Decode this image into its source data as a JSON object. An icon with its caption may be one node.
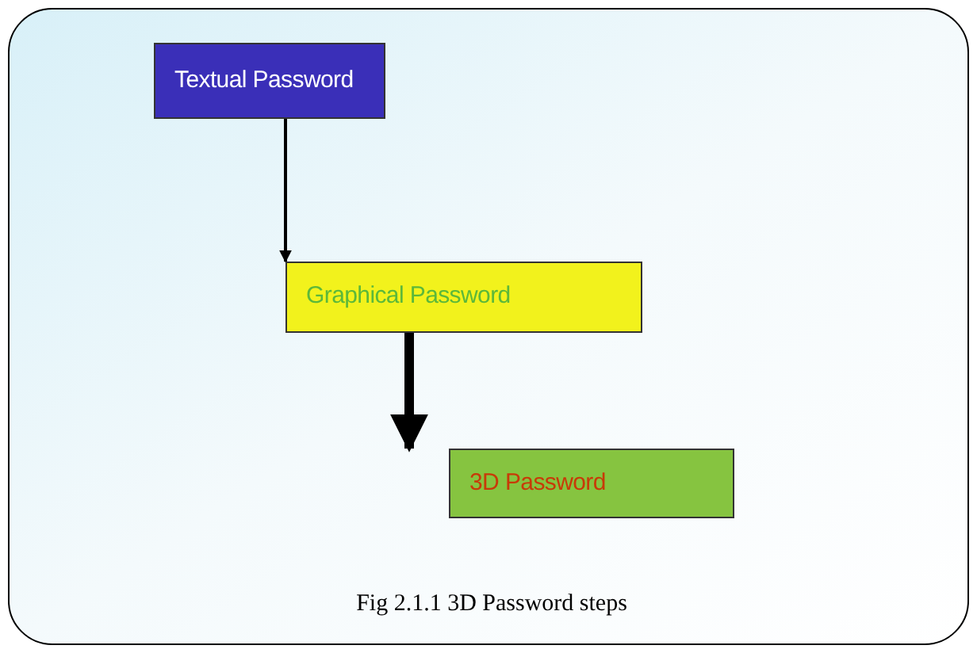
{
  "diagram": {
    "caption": "Fig 2.1.1 3D Password steps",
    "nodes": [
      {
        "text": [
          "Textual Password"
        ]
      },
      {
        "text": [
          "Graphical Password"
        ]
      },
      {
        "text": [
          "3D Password"
        ]
      }
    ],
    "edges": [
      {
        "from": 0,
        "to": 1,
        "arrow": "to"
      },
      {
        "from": 1,
        "to": 2,
        "arrow": "to",
        "style": "thick"
      }
    ]
  }
}
